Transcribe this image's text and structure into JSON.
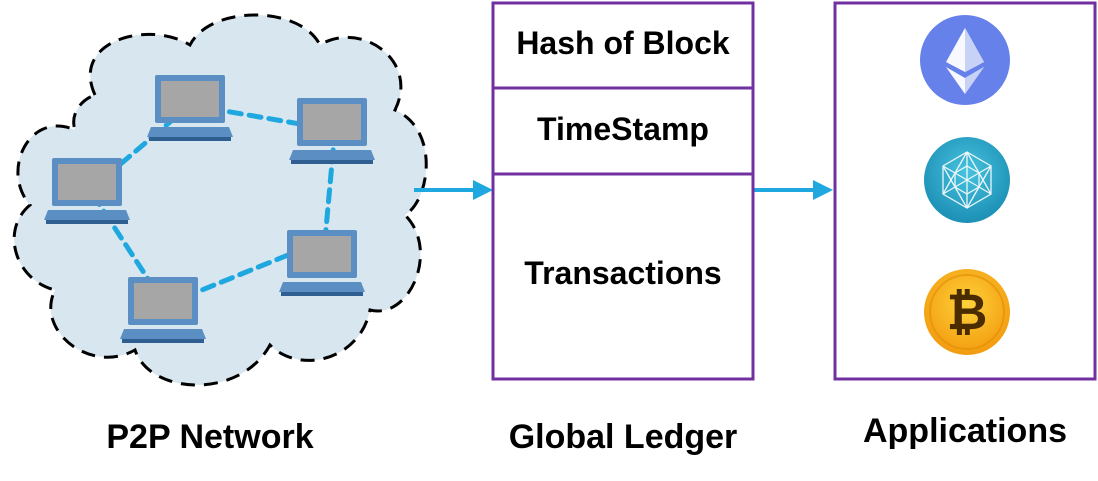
{
  "colors": {
    "cloud_fill": "#d7e6ef",
    "cloud_stroke": "#000000",
    "laptop_frame": "#5b8fc4",
    "laptop_screen": "#a6a6a6",
    "link_dash": "#1fa8e0",
    "arrow": "#1fa8e0",
    "box_border": "#7030a0",
    "ethereum_bg": "#6781ea",
    "hex_coin_bg": "#26a4c8",
    "bitcoin_bg": "#f5a623"
  },
  "labels": {
    "p2p_network": "P2P Network",
    "global_ledger": "Global Ledger",
    "applications": "Applications"
  },
  "ledger": {
    "rows": [
      "Hash of Block",
      "TimeStamp",
      "Transactions"
    ]
  },
  "applications": {
    "icons": [
      "ethereum-icon",
      "hexagon-network-coin-icon",
      "bitcoin-icon"
    ],
    "bitcoin_symbol": "₿"
  }
}
